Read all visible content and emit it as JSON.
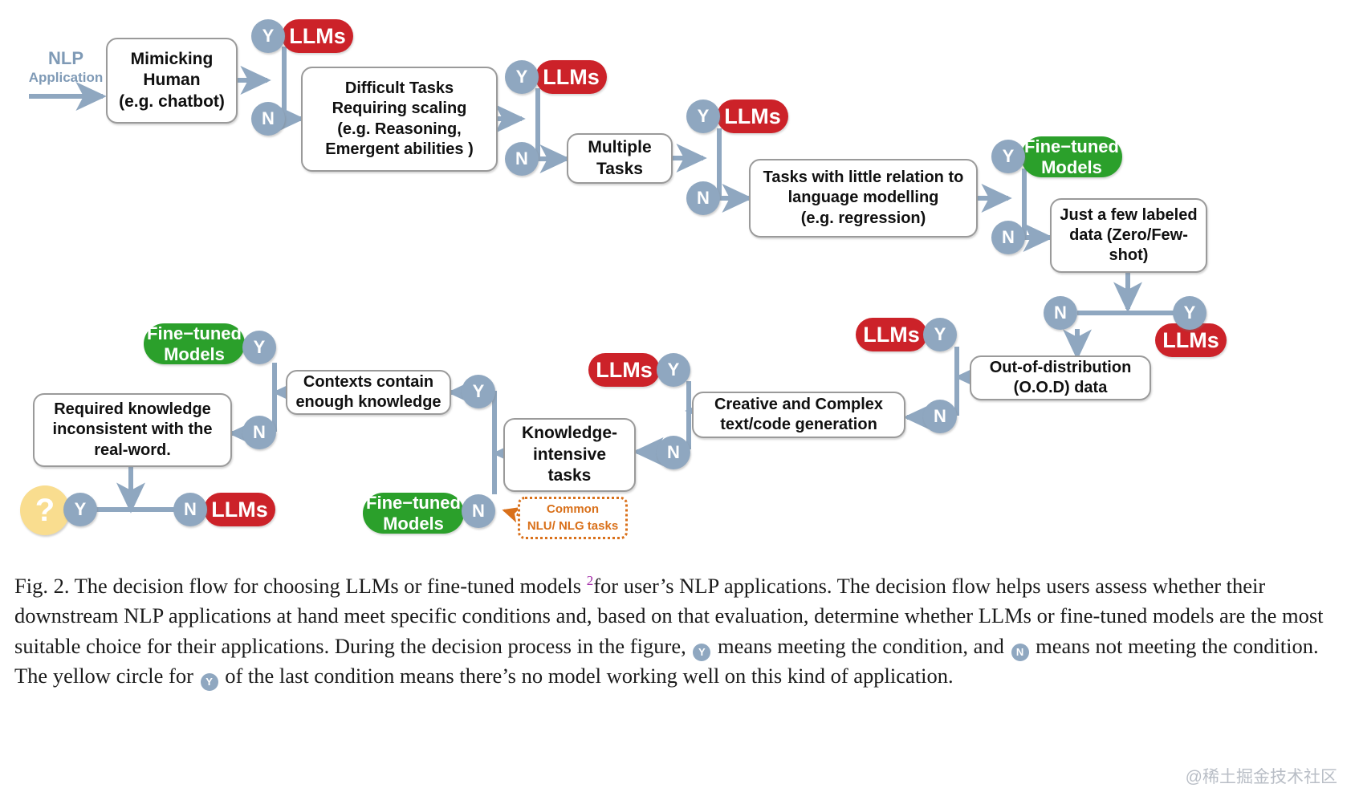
{
  "figure": {
    "entry": {
      "line1": "NLP",
      "line2": "Application"
    },
    "nodes": [
      {
        "id": "mimicking",
        "text": "Mimicking\nHuman\n(e.g. chatbot)"
      },
      {
        "id": "difficult",
        "text": "Difficult Tasks\nRequiring  scaling\n(e.g. Reasoning,\nEmergent abilities )"
      },
      {
        "id": "multiple",
        "text": "Multiple\nTasks"
      },
      {
        "id": "littlerel",
        "text": "Tasks with little relation to\nlanguage modelling\n(e.g. regression)"
      },
      {
        "id": "fewlabeled",
        "text": "Just a few labeled\ndata (Zero/Few-\nshot)"
      },
      {
        "id": "ood",
        "text": "Out-of-distribution\n(O.O.D) data"
      },
      {
        "id": "creative",
        "text": "Creative and Complex\ntext/code generation"
      },
      {
        "id": "knowledge",
        "text": "Knowledge-\nintensive\ntasks"
      },
      {
        "id": "contexts",
        "text": "Contexts contain\nenough knowledge"
      },
      {
        "id": "required",
        "text": "Required knowledge\ninconsistent with the\nreal-word."
      }
    ],
    "decisions": [
      {
        "id": "d1y",
        "label": "Y"
      },
      {
        "id": "d1n",
        "label": "N"
      },
      {
        "id": "d2y",
        "label": "Y"
      },
      {
        "id": "d2n",
        "label": "N"
      },
      {
        "id": "d3y",
        "label": "Y"
      },
      {
        "id": "d3n",
        "label": "N"
      },
      {
        "id": "d4y",
        "label": "Y"
      },
      {
        "id": "d4n",
        "label": "N"
      },
      {
        "id": "d5n",
        "label": "N"
      },
      {
        "id": "d5y",
        "label": "Y"
      },
      {
        "id": "d6y",
        "label": "Y"
      },
      {
        "id": "d6n",
        "label": "N"
      },
      {
        "id": "d7y",
        "label": "Y"
      },
      {
        "id": "d7n",
        "label": "N"
      },
      {
        "id": "d8y",
        "label": "Y"
      },
      {
        "id": "d8n",
        "label": "N"
      },
      {
        "id": "d9y",
        "label": "Y"
      },
      {
        "id": "d9n",
        "label": "N"
      },
      {
        "id": "dqy",
        "label": "Y"
      },
      {
        "id": "dqn",
        "label": "N"
      }
    ],
    "question_mark": "?",
    "outcomes": [
      {
        "id": "o1",
        "kind": "llm",
        "text": "LLMs"
      },
      {
        "id": "o2",
        "kind": "llm",
        "text": "LLMs"
      },
      {
        "id": "o3",
        "kind": "llm",
        "text": "LLMs"
      },
      {
        "id": "o4",
        "kind": "ft",
        "text": "Fine−tuned\nModels"
      },
      {
        "id": "o5",
        "kind": "llm",
        "text": "LLMs"
      },
      {
        "id": "o6",
        "kind": "llm",
        "text": "LLMs"
      },
      {
        "id": "o7",
        "kind": "llm",
        "text": "LLMs"
      },
      {
        "id": "o8",
        "kind": "ft",
        "text": "Fine−tuned\nModels"
      },
      {
        "id": "o9",
        "kind": "ft",
        "text": "Fine−tuned\nModels"
      },
      {
        "id": "o10",
        "kind": "llm",
        "text": "LLMs"
      }
    ],
    "annotation": {
      "line1": "Common",
      "line2": "NLU/ NLG tasks"
    },
    "colors": {
      "llm_red": "#cc2229",
      "finetuned_green": "#2ba02b",
      "decision_blue": "#8fa7c0",
      "question_yellow": "#f9dd8f",
      "annotation_orange": "#d9701a",
      "edge_blue": "#8fa7c0",
      "box_border": "#9a9a9a"
    }
  },
  "caption": {
    "part1": "Fig. 2.  The decision flow for choosing LLMs or fine-tuned models ",
    "ref": "2",
    "part2": "for user’s NLP applications. The decision flow helps users assess whether their downstream NLP applications at hand meet specific conditions and, based on that evaluation, determine whether LLMs or fine-tuned models are the most suitable choice for their applications. During the decision process in the figure, ",
    "icon_y": "Y",
    "part3": " means meeting the condition, and ",
    "icon_n": "N",
    "part4": " means not meeting the condition. The yellow circle for ",
    "icon_y2": "Y",
    "part5": " of the last condition means there’s no model working well on this kind of application."
  },
  "watermark": "@稀土掘金技术社区"
}
